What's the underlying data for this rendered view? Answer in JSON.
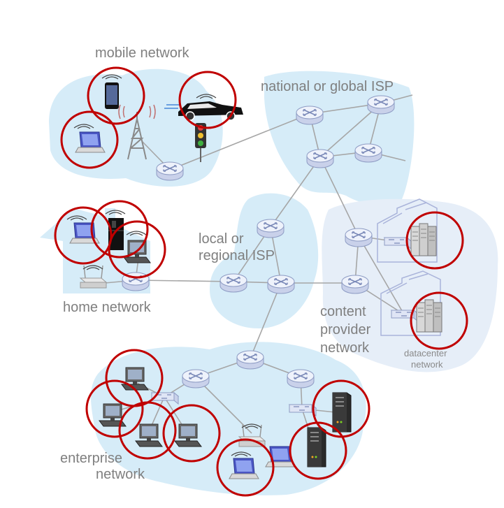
{
  "labels": {
    "mobile_network": "mobile network",
    "national_isp": "national or global ISP",
    "local_isp_1": "local or",
    "local_isp_2": "regional ISP",
    "home_network": "home network",
    "content_provider_1": "content",
    "content_provider_2": "provider",
    "content_provider_3": "network",
    "datacenter_1": "datacenter",
    "datacenter_2": "network",
    "enterprise_1": "enterprise",
    "enterprise_2": "network"
  },
  "colors": {
    "region_fill": "#d6ecf8",
    "host_circle": "#c00000",
    "link_line": "#a6a6a6",
    "router_fill": "#eef2fb",
    "router_stroke": "#8e9cc4",
    "label_text": "#7f7f7f",
    "building_outline": "#a9b3da"
  },
  "icons": [
    "router-icon",
    "cell-tower-icon",
    "smartphone-icon",
    "car-icon",
    "traffic-light-icon",
    "laptop-icon",
    "desktop-computer-icon",
    "refrigerator-icon",
    "wifi-access-point-icon",
    "server-rack-icon",
    "switch-icon",
    "wireless-signal-icon",
    "building-icon"
  ]
}
